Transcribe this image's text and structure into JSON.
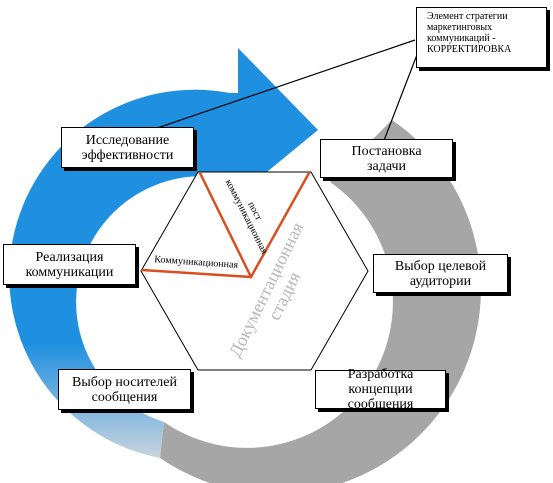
{
  "diagram": {
    "note": "Элемент стратегии\nмаркетинговых\nкоммуникаций -\nКОРРЕКТИРОВКА",
    "stages": {
      "research": "Исследование\nэффективности",
      "task": "Постановка\nзадачи",
      "realization": "Реализация\nкоммуникации",
      "audience": "Выбор целевой\nаудитории",
      "carrier": "Выбор носителей\nсообщения",
      "concept": "Разработка\nконцепции сообщения"
    },
    "center": {
      "main_line1": "Документационная",
      "main_line2": "стадия",
      "postcomm_line1": "пост",
      "postcomm_line2": "коммуникационная",
      "comm": "Коммуникационная"
    },
    "colors": {
      "arrow_blue": "#1f8fe0",
      "arrow_grey": "#a6a6a6",
      "accent_line": "#d94f1e"
    }
  }
}
